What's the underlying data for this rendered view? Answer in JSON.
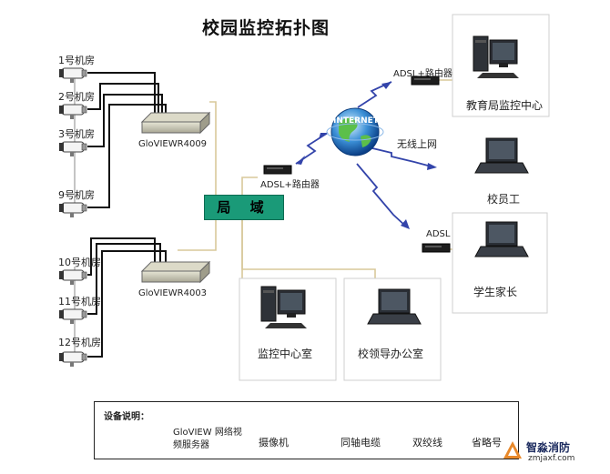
{
  "title": "校园监控拓扑图",
  "rooms": {
    "r1": "1号机房",
    "r2": "2号机房",
    "r3": "3号机房",
    "r9": "9号机房",
    "r10": "10号机房",
    "r11": "11号机房",
    "r12": "12号机房"
  },
  "servers": {
    "top": "GloVIEWR4009",
    "bottom": "GloVIEWR4003"
  },
  "lan_label": "局 域",
  "adsl_router_left": "ADSL+路由器",
  "adsl_router_top": "ADSL+路由器",
  "internet_label": "INTERNET",
  "wireless_label": "无线上网",
  "adsl_label": "ADSL",
  "sites": {
    "edu_center": "教育局监控中心",
    "staff": "校员工",
    "parents": "学生家长",
    "monitor_center": "监控中心室",
    "leader_office": "校领导办公室"
  },
  "legend": {
    "title": "设备说明：",
    "server_desc_line1": "GloVIEW 网络视",
    "server_desc_line2": "频服务器",
    "camera_desc": "摄像机",
    "coax_desc": "同轴电缆",
    "twisted_desc": "双绞线",
    "omit_desc": "省略号"
  },
  "watermark": {
    "cn": "智淼消防",
    "url": "zmjaxf.com"
  },
  "colors": {
    "lan_green": "#1a9a78",
    "twisted_pair": "#d8c89a",
    "coax": "#111111",
    "wan_link": "#3344aa"
  }
}
